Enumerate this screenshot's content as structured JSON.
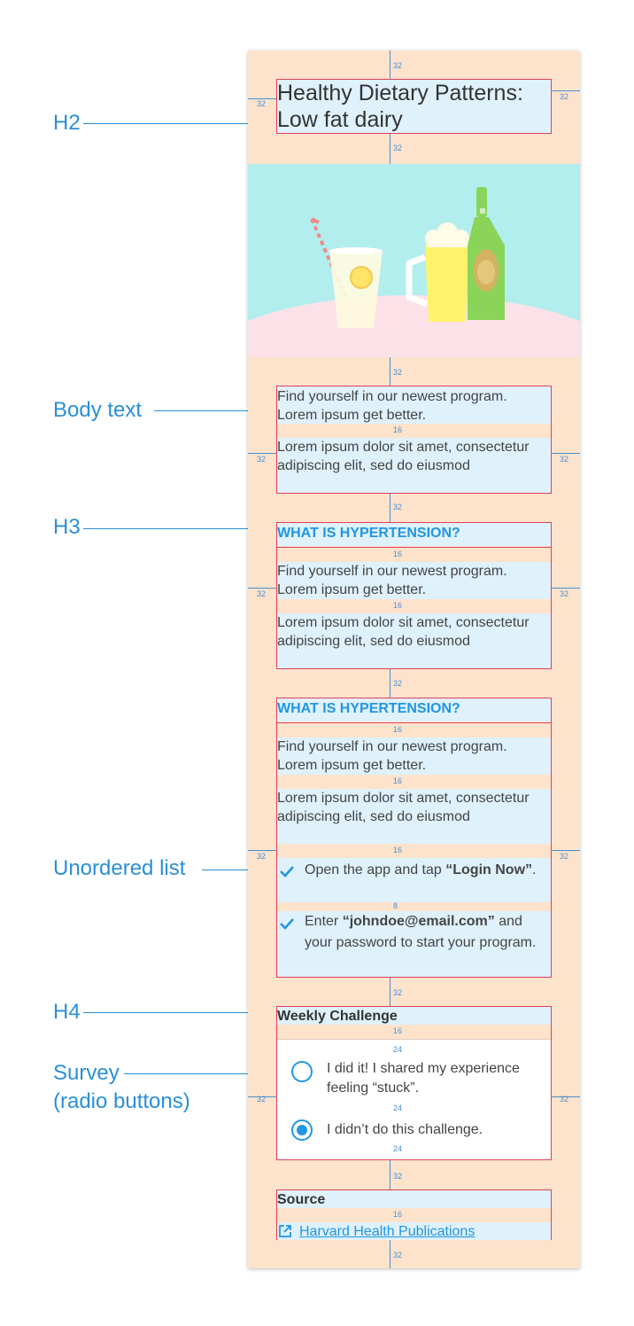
{
  "annotations": {
    "h2": "H2",
    "body_text": "Body text",
    "h3": "H3",
    "unordered_list": "Unordered list",
    "h4": "H4",
    "survey_line1": "Survey",
    "survey_line2": "(radio buttons)"
  },
  "spacing": {
    "s32": "32",
    "s16": "16",
    "s24": "24",
    "s8": "8"
  },
  "page": {
    "title": "Healthy Dietary Patterns: Low fat dairy",
    "intro": {
      "p1": "Find yourself in our newest program. Lorem ipsum get better.",
      "p2": "Lorem ipsum dolor sit amet, consectetur adipiscing elit, sed do eiusmod"
    },
    "section1": {
      "heading": "WHAT IS HYPERTENSION?",
      "p1": "Find yourself in our newest program. Lorem ipsum get better.",
      "p2": "Lorem ipsum dolor sit amet, consectetur adipiscing elit, sed do eiusmod"
    },
    "section2": {
      "heading": "WHAT IS HYPERTENSION?",
      "p1": "Find yourself in our newest program. Lorem ipsum get better.",
      "p2": "Lorem ipsum dolor sit amet, consectetur adipiscing elit, sed do eiusmod",
      "list": [
        {
          "pre": "Open the app and tap ",
          "bold": "“Login Now”",
          "post": "."
        },
        {
          "pre": "Enter ",
          "bold": "“johndoe@email.com”",
          "post": " and your password to start your program."
        }
      ]
    },
    "challenge": {
      "heading": "Weekly Challenge",
      "options": [
        {
          "label": "I did it! I shared my experience feeling “stuck”.",
          "selected": false
        },
        {
          "label": "I didn’t do this challenge.",
          "selected": true
        }
      ]
    },
    "source": {
      "heading": "Source",
      "link": "Harvard Health Publications"
    }
  },
  "colors": {
    "accent": "#2196e3",
    "background": "#fde3cc",
    "highlight": "#dff1fb",
    "outline": "#e0405a",
    "hero_sky": "#b2eeee",
    "hero_table": "#fce2e8"
  },
  "icons": [
    "check-icon",
    "external-link-icon",
    "radio-unselected-icon",
    "radio-selected-icon"
  ]
}
